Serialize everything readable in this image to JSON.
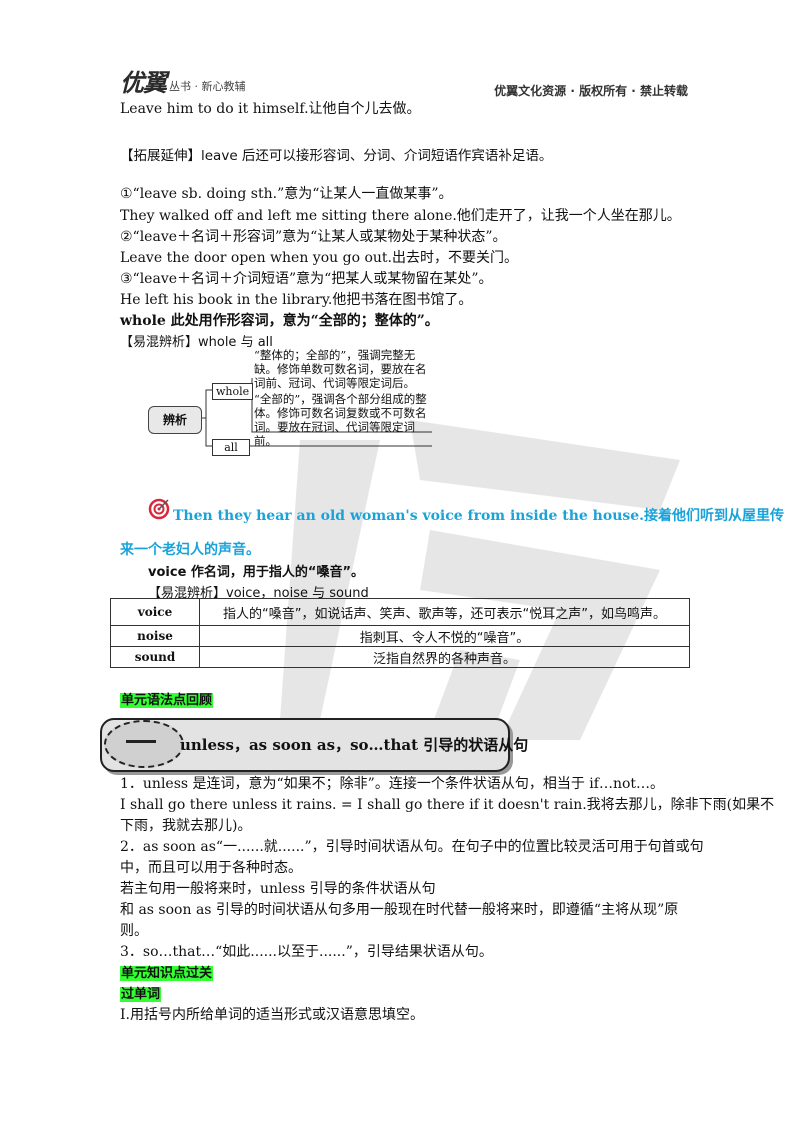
{
  "header": {
    "logo_main": "优翼",
    "logo_sub": "丛书 · 新心教辅",
    "right_text": "优翼文化资源 · 版权所有 · 禁止转载"
  },
  "lines": {
    "l1": "Leave him to do it himself.让他自个儿去做。",
    "l2": "【拓展延伸】leave 后还可以接形容词、分词、介词短语作宾语补足语。",
    "l3": "①“leave sb. doing sth.”意为“让某人一直做某事”。",
    "l4": "They walked off and left me sitting there alone.他们走开了，让我一个人坐在那儿。",
    "l5": "②“leave＋名词＋形容词”意为“让某人或某物处于某种状态”。",
    "l6": "Leave the door open when you go out.出去时，不要关门。",
    "l7": "③“leave＋名词＋介词短语”意为“把某人或某物留在某处”。",
    "l8": "He left his book in the library.他把书落在图书馆了。",
    "l9": "whole 此处用作形容词，意为“全部的；整体的”。",
    "l10": "【易混辨析】whole 与 all"
  },
  "diagram": {
    "center": "辨析",
    "whole_label": "whole",
    "whole_desc": "“整体的；全部的”，强调完整无缺。修饰单数可数名词，要放在名词前、冠词、代词等限定词后。",
    "all_label": "all",
    "all_desc": "“全部的”，强调各个部分组成的整体。修饰可数名词复数或不可数名词。要放在冠词、代词等限定词前。"
  },
  "sentence": {
    "en": "Then they hear an old woman's voice from inside the house.",
    "zh1": "接着他们听到从屋里传",
    "zh2": "来一个老妇人的声音。",
    "voice_note": "voice 作名词，用于指人的“嗓音”。",
    "compare_title": "【易混辨析】voice，noise 与 sound"
  },
  "table": [
    {
      "word": "voice",
      "desc": "指人的“嗓音”，如说话声、笑声、歌声等，还可表示“悦耳之声”，如鸟鸣声。"
    },
    {
      "word": "noise",
      "desc": "指刺耳、令人不悦的“噪音”。"
    },
    {
      "word": "sound",
      "desc": "泛指自然界的各种声音。"
    }
  ],
  "grammar": {
    "heading": "单元语法点回顾",
    "banner_title": "unless，as soon as，so…that 引导的状语从句",
    "p1": "1．unless 是连词，意为“如果不；除非”。连接一个条件状语从句，相当于 if…not…。",
    "p2a": "I shall go there unless it rains. = I shall go there if it doesn't rain.我将去那儿，除非下雨(如果不",
    "p2b": "下雨，我就去那儿)。",
    "p3a": "2．as soon as“一......就......”，引导时间状语从句。在句子中的位置比较灵活可用于句首或句",
    "p3b": "中，而且可以用于各种时态。",
    "p4": "若主句用一般将来时，unless 引导的条件状语从句",
    "p5a": "和 as soon as 引导的时间状语从句多用一般现在时代替一般将来时，即遵循“主将从现”原",
    "p5b": "则。",
    "p6": "3．so…that…“如此......以至于......”，引导结果状语从句。"
  },
  "knowledge": {
    "heading": "单元知识点过关",
    "sub": "过单词",
    "task": "Ⅰ.用括号内所给单词的适当形式或汉语意思填空。"
  }
}
